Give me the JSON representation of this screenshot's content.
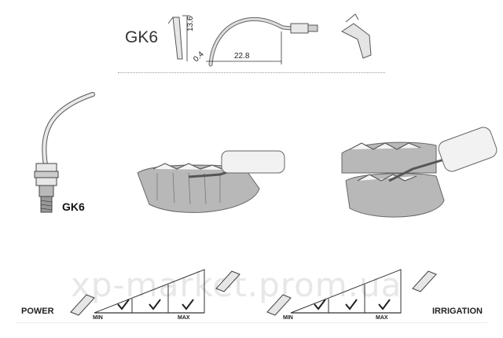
{
  "header": {
    "model": "GK6",
    "dim_height": "13.6",
    "dim_tip": "0.4",
    "dim_length": "22.8"
  },
  "tip_label": "GK6",
  "scales": {
    "power": {
      "label": "POWER",
      "min": "MIN",
      "max": "MAX",
      "checks": 3
    },
    "irrigation": {
      "label": "IRRIGATION",
      "min": "MIN",
      "max": "MAX",
      "checks": 3
    }
  },
  "watermark": "xp-market.prom.ua"
}
